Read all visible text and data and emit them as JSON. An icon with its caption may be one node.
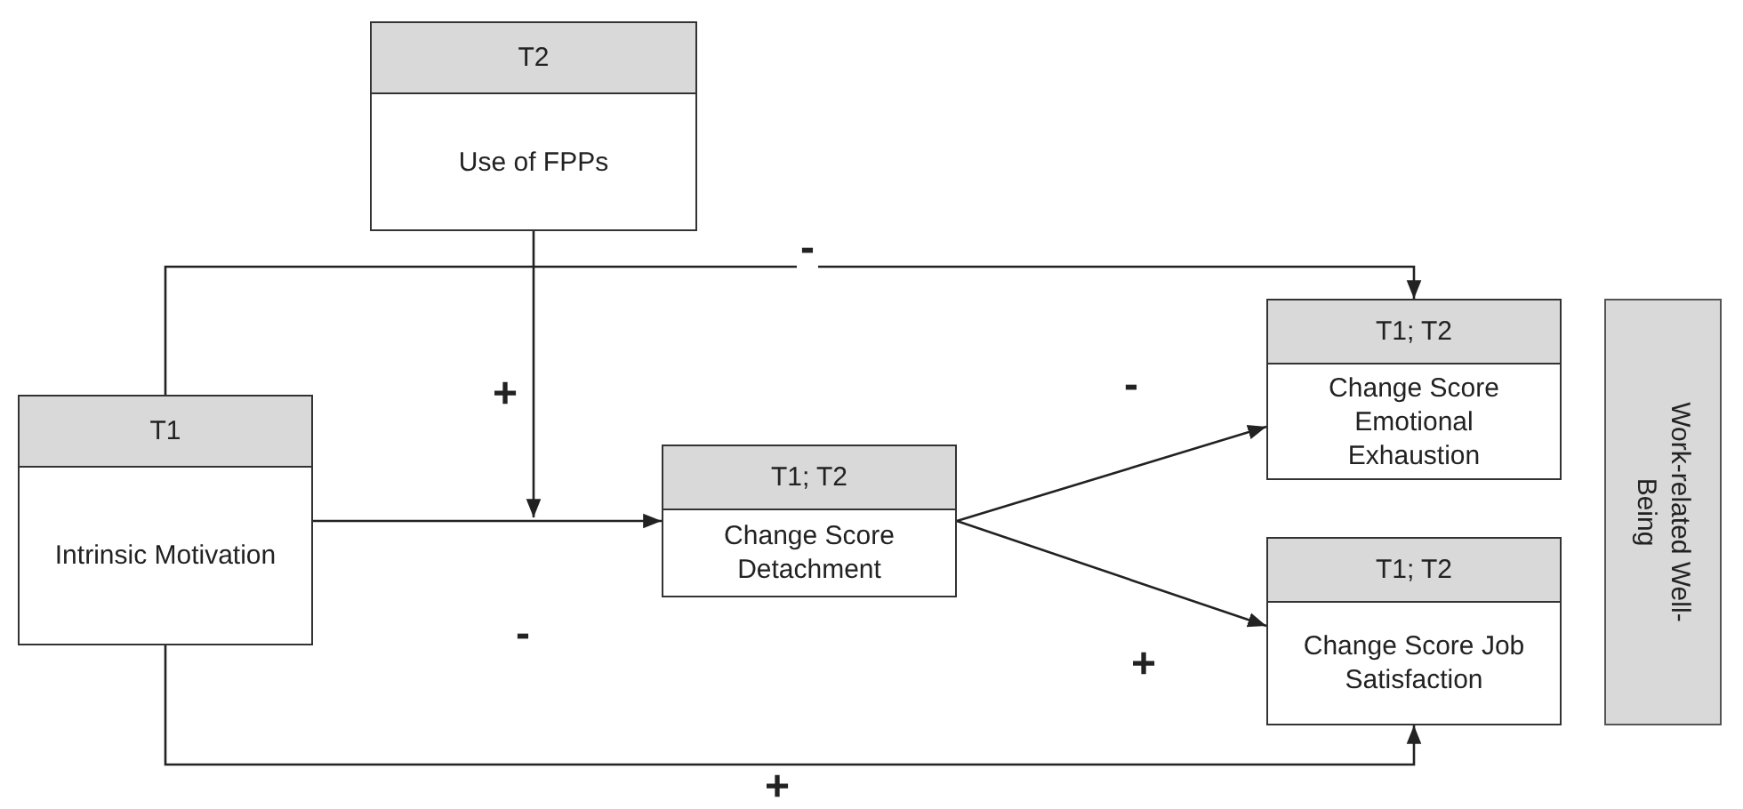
{
  "diagram": {
    "nodes": [
      {
        "text": [
          "T2",
          "Use of FPPs"
        ]
      },
      {
        "text": [
          "T1",
          "Intrinsic Motivation"
        ]
      },
      {
        "text": [
          "T1; T2",
          "Change Score Detachment"
        ]
      },
      {
        "text": [
          "T1; T2",
          "Change Score Emotional Exhaustion"
        ]
      },
      {
        "text": [
          "T1; T2",
          "Change Score Job Satisfaction"
        ]
      },
      {
        "text": [
          "Work-related Well-Being"
        ]
      }
    ],
    "edges": [
      {
        "from": 1,
        "to": 2,
        "arrow": "to",
        "label": "-"
      },
      {
        "from": 0,
        "to": null,
        "arrow": "to",
        "label": "+"
      },
      {
        "from": 1,
        "to": 3,
        "arrow": "to",
        "label": "-"
      },
      {
        "from": 2,
        "to": 3,
        "arrow": "to",
        "label": "-"
      },
      {
        "from": 2,
        "to": 4,
        "arrow": "to",
        "label": "+"
      },
      {
        "from": 1,
        "to": 4,
        "arrow": "to",
        "label": "+"
      }
    ]
  }
}
